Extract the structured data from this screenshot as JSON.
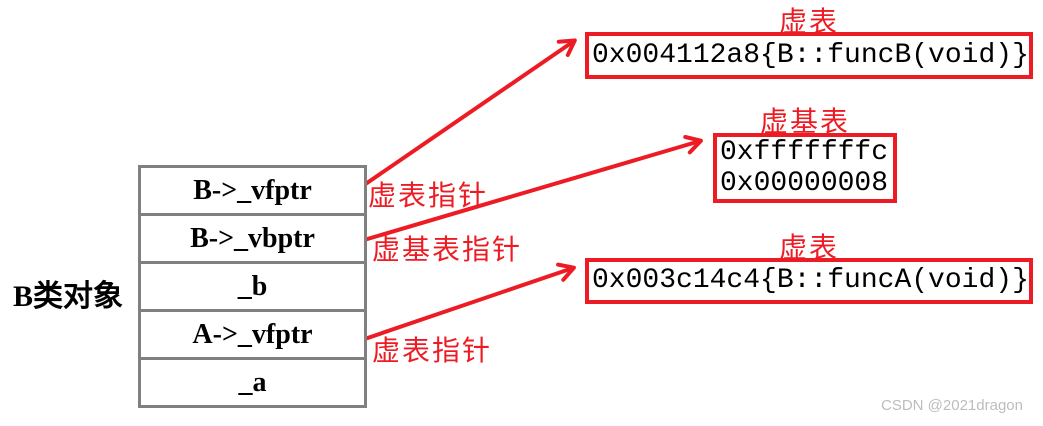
{
  "colors": {
    "accent_red": "#ed1c24",
    "border_gray": "#808080",
    "watermark_gray": "#bdbdbd"
  },
  "object_diagram": {
    "label": "B类对象",
    "rows": [
      "B->_vfptr",
      "B->_vbptr",
      "_b",
      "A->_vfptr",
      "_a"
    ]
  },
  "pointer_annotations": [
    {
      "label": "虚表指针"
    },
    {
      "label": "虚基表指针"
    },
    {
      "label": "虚表指针"
    }
  ],
  "vtables": [
    {
      "title": "虚表",
      "entries": [
        "0x004112a8{B::funcB(void)}"
      ]
    },
    {
      "title": "虚基表",
      "entries": [
        "0xfffffffc",
        "0x00000008"
      ]
    },
    {
      "title": "虚表",
      "entries": [
        "0x003c14c4{B::funcA(void)}"
      ]
    }
  ],
  "watermark": "CSDN @2021dragon"
}
